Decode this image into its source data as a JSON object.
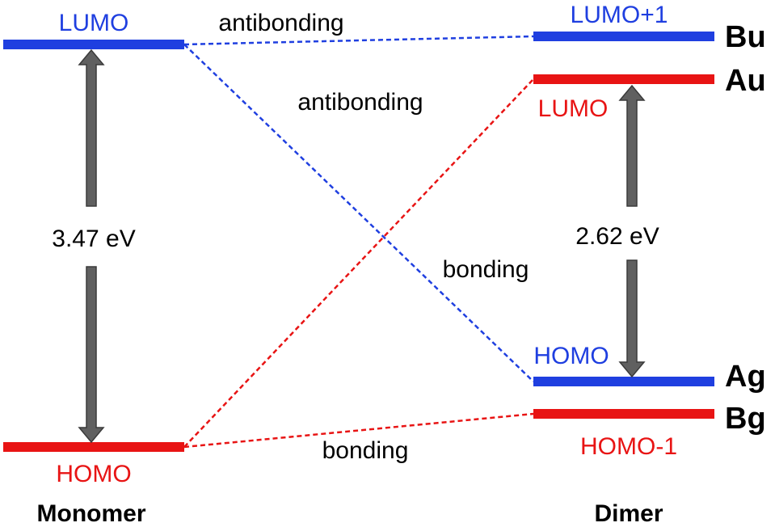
{
  "colors": {
    "blue": "#1f3fe0",
    "red": "#e81414",
    "arrow": "#606060",
    "text": "#000000"
  },
  "monomer": {
    "title": "Monomer",
    "lumo_label": "LUMO",
    "homo_label": "HOMO",
    "gap_label": "3.47 eV"
  },
  "dimer": {
    "title": "Dimer",
    "lumo_plus1_label": "LUMO+1",
    "lumo_label": "LUMO",
    "homo_label": "HOMO",
    "homo_minus1_label": "HOMO-1",
    "gap_label": "2.62 eV",
    "symmetry": {
      "bu": "Bu",
      "au": "Au",
      "ag": "Ag",
      "bg": "Bg"
    }
  },
  "interactions": {
    "top_antibonding": "antibonding",
    "cross_antibonding": "antibonding",
    "cross_bonding": "bonding",
    "bottom_bonding": "bonding"
  }
}
